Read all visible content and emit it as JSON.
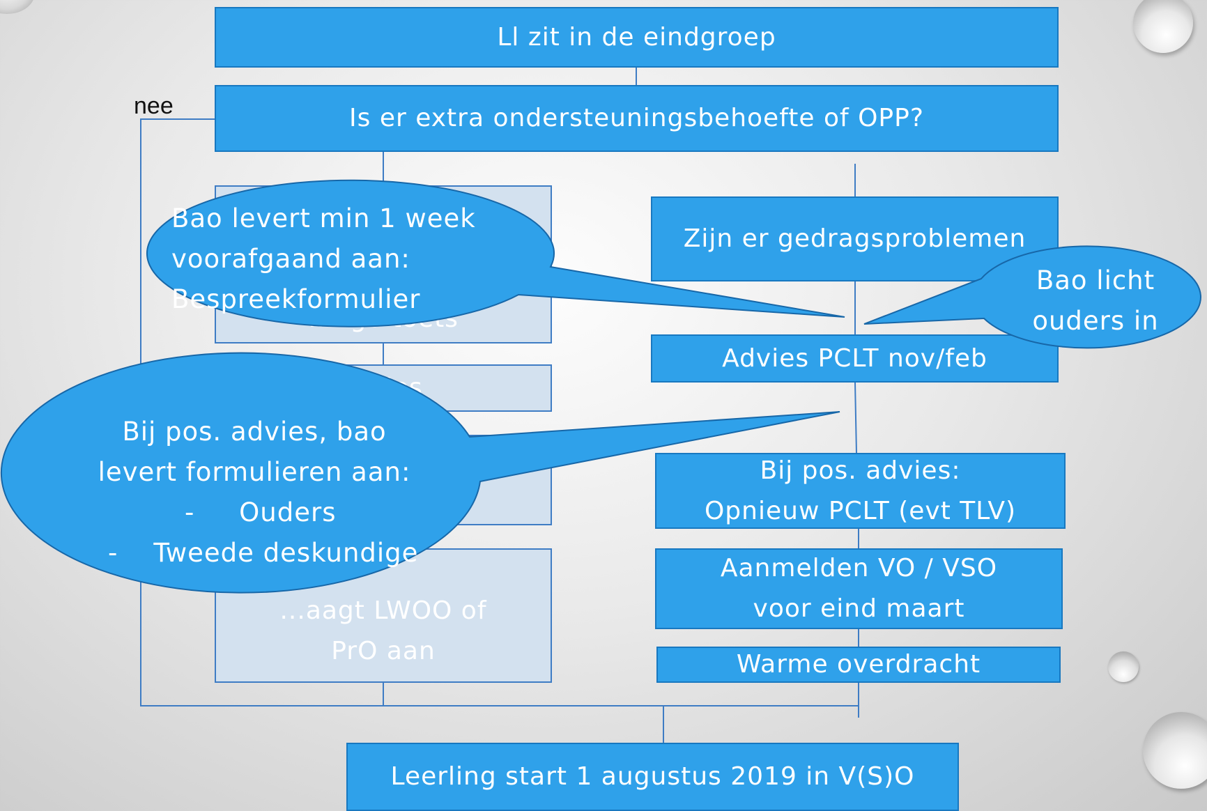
{
  "nodes": {
    "eindgroep": "Ll zit in de eindgroep",
    "ondersteuning": "Is er extra ondersteuningsbehoefte of OPP?",
    "left_box_1_line_1": "",
    "left_box_1_line_2": "...ago toets",
    "left_box_2": "...vies",
    "left_box_4_line_1": "...aagt LWOO of",
    "left_box_4_line_2": "PrO aan",
    "gedrag": "Zijn er gedragsproblemen",
    "advies": "Advies PCLT nov/feb",
    "pos_advies_line_1": "Bij pos. advies:",
    "pos_advies_line_2": "Opnieuw PCLT (evt TLV)",
    "aanmelden_line_1": "Aanmelden VO / VSO",
    "aanmelden_line_2": "voor eind maart",
    "overdracht": "Warme overdracht",
    "start": "Leerling start 1 augustus 2019 in V(S)O"
  },
  "edge_labels": {
    "nee": "nee"
  },
  "callouts": {
    "bespreek": [
      "Bao levert min 1 week",
      "voorafgaand aan:",
      "Bespreekformulier"
    ],
    "ouders_in": [
      "Bao licht",
      "ouders in"
    ],
    "formulieren": [
      "Bij pos. advies, bao",
      "levert formulieren aan:",
      "-     Ouders",
      "-    Tweede deskundige"
    ]
  },
  "colors": {
    "box_fill": "#2fa1ea",
    "box_border": "#1878c0",
    "faded_fill": "#d3e1ef",
    "connector": "#3e7cc4"
  }
}
